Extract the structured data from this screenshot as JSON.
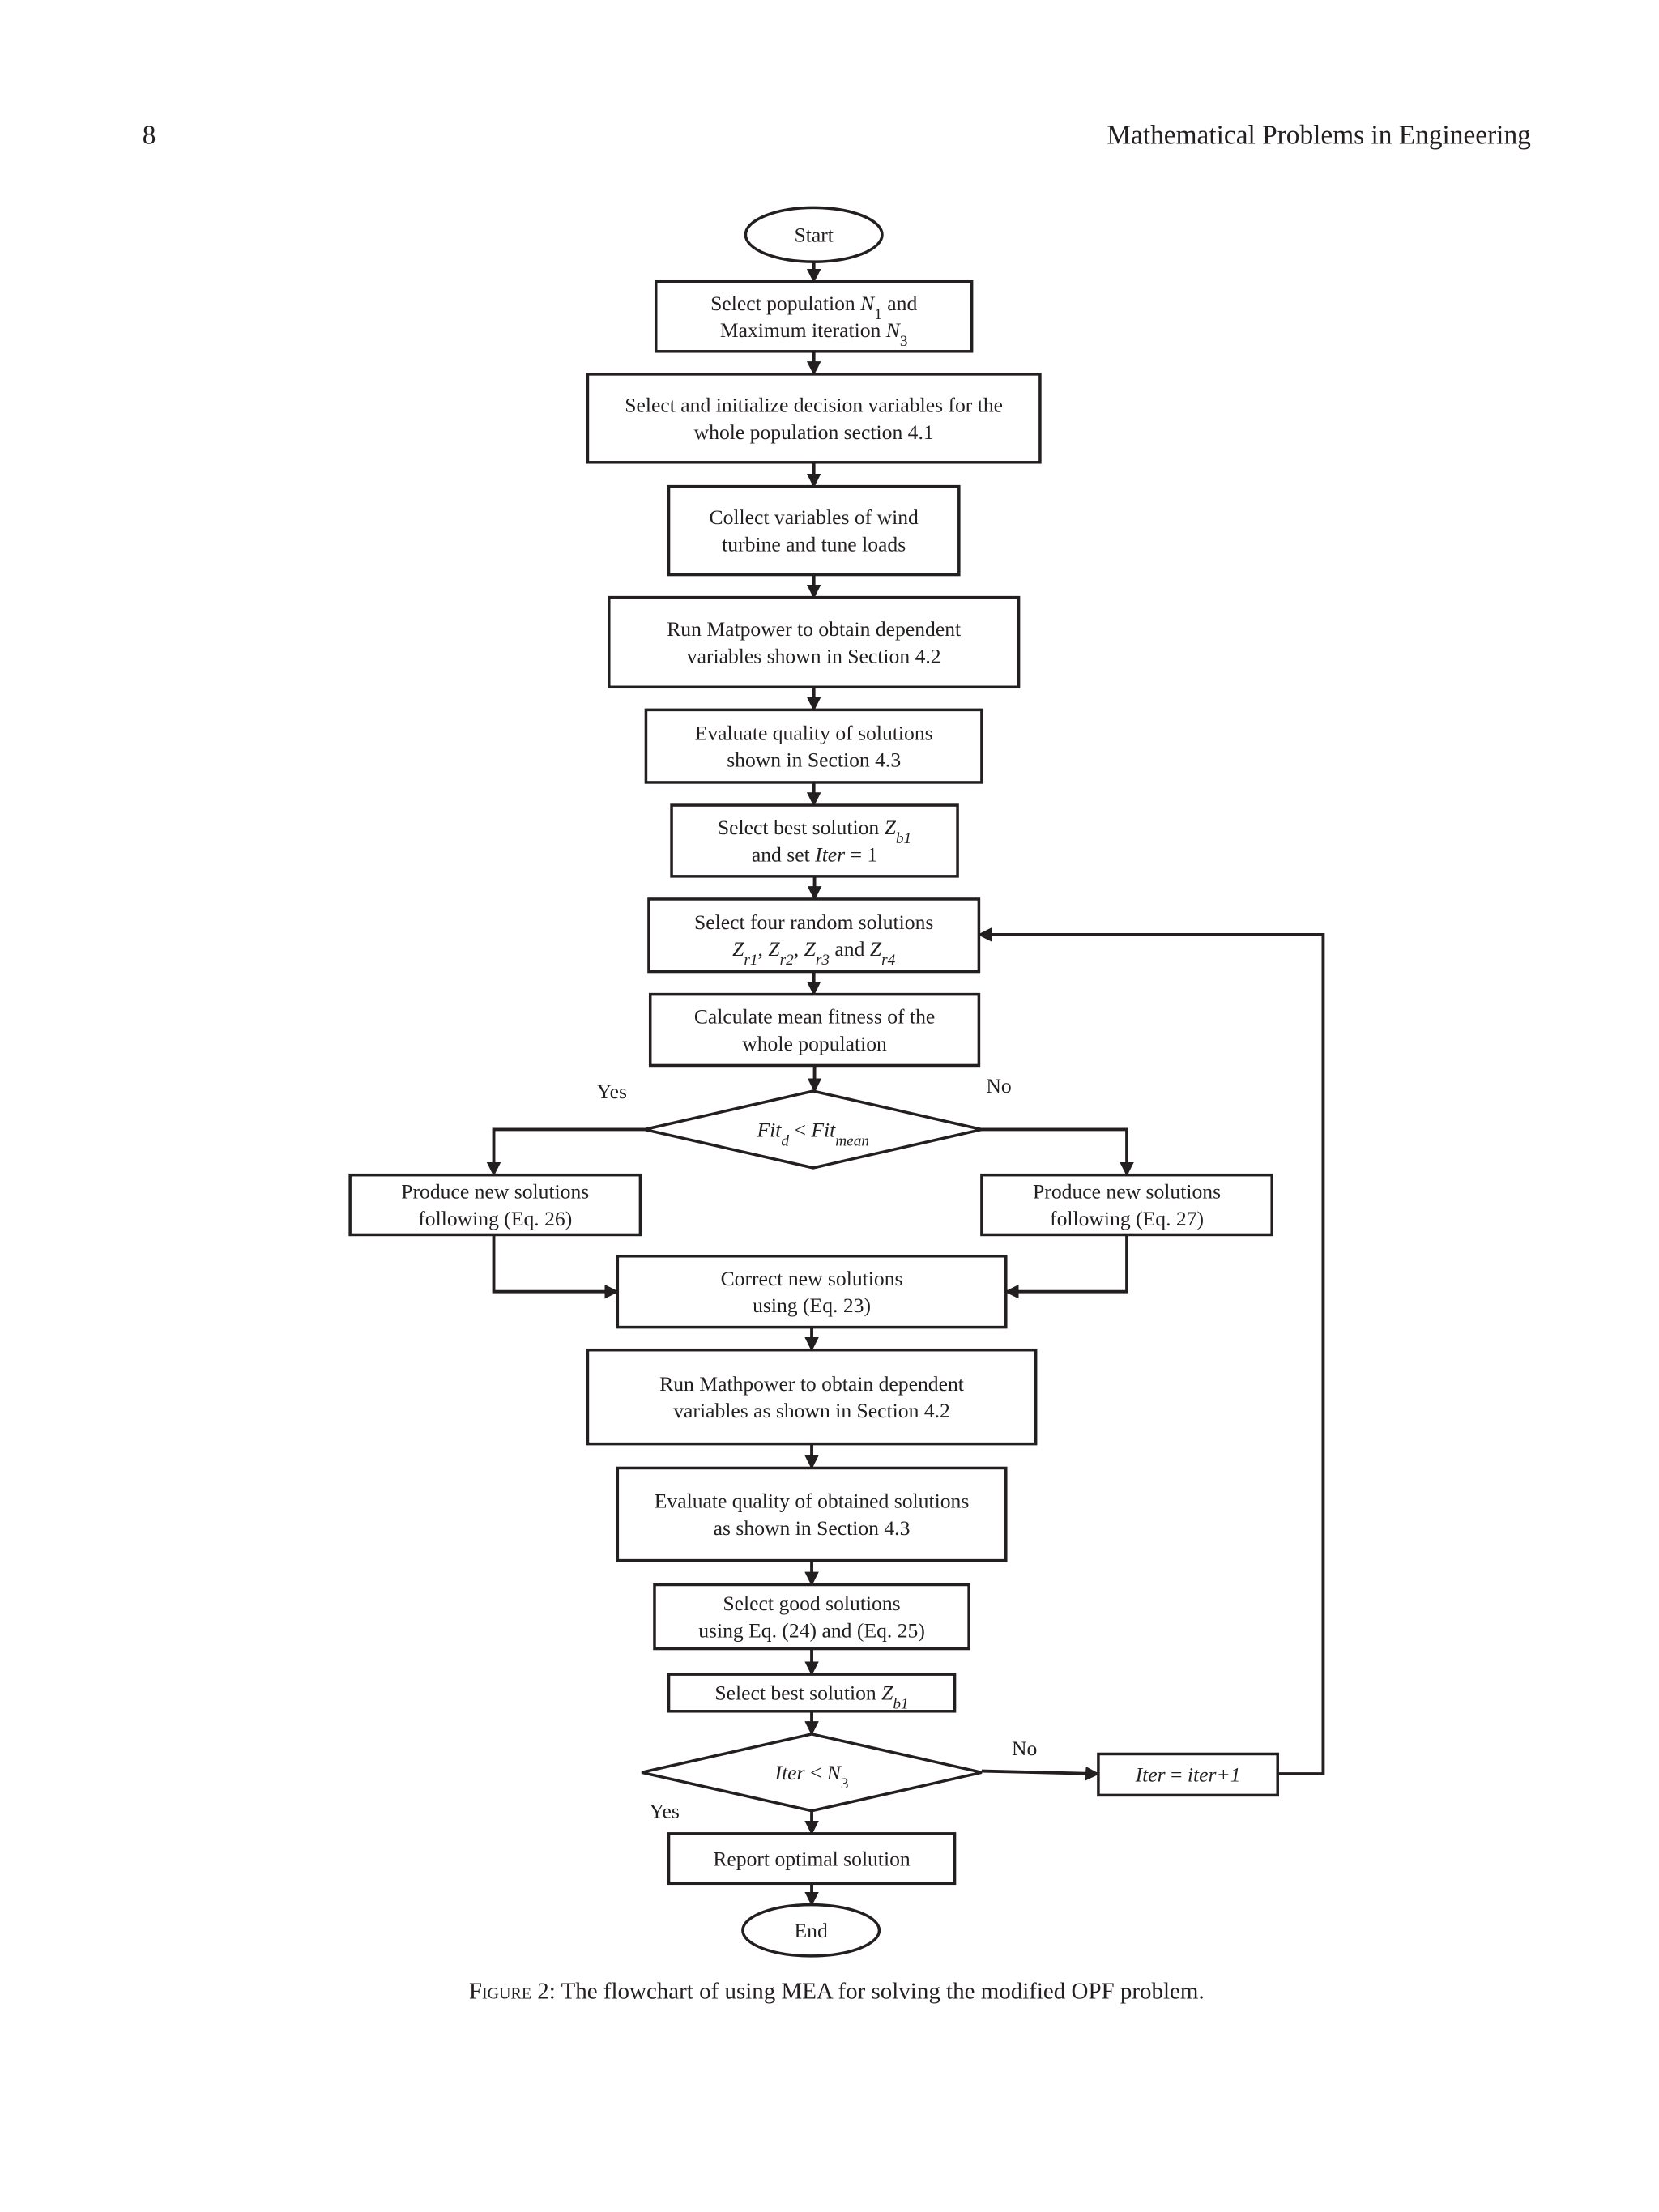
{
  "header": {
    "page_number": "8",
    "journal": "Mathematical Problems in Engineering"
  },
  "nodes": [
    {
      "id": "start",
      "shape": "ellipse",
      "lines": [
        [
          [
            "Start",
            ""
          ]
        ]
      ]
    },
    {
      "id": "select-population",
      "shape": "box",
      "lines": [
        [
          [
            "Select population ",
            ""
          ],
          [
            "N",
            "i"
          ],
          [
            "1",
            "sub"
          ],
          [
            " and",
            ""
          ]
        ],
        [
          [
            "Maximum iteration ",
            ""
          ],
          [
            "N",
            "i"
          ],
          [
            "3",
            "sub"
          ]
        ]
      ]
    },
    {
      "id": "initialize-variables",
      "shape": "box",
      "lines": [
        [
          [
            "Select and initialize decision variables for the",
            ""
          ]
        ],
        [
          [
            "whole population section 4.1",
            ""
          ]
        ]
      ]
    },
    {
      "id": "collect-variables",
      "shape": "box",
      "lines": [
        [
          [
            "Collect variables of wind",
            ""
          ]
        ],
        [
          [
            "turbine and tune loads",
            ""
          ]
        ]
      ]
    },
    {
      "id": "run-matpower",
      "shape": "box",
      "lines": [
        [
          [
            "Run Matpower to obtain dependent",
            ""
          ]
        ],
        [
          [
            "variables shown in Section 4.2",
            ""
          ]
        ]
      ]
    },
    {
      "id": "evaluate-quality",
      "shape": "box",
      "lines": [
        [
          [
            "Evaluate quality of solutions",
            ""
          ]
        ],
        [
          [
            "shown in Section 4.3",
            ""
          ]
        ]
      ]
    },
    {
      "id": "select-best-initial",
      "shape": "box",
      "lines": [
        [
          [
            "Select best solution ",
            ""
          ],
          [
            "Z",
            "i"
          ],
          [
            "b1",
            "isub"
          ]
        ],
        [
          [
            "and set ",
            ""
          ],
          [
            "Iter",
            "i"
          ],
          [
            " = 1",
            ""
          ]
        ]
      ]
    },
    {
      "id": "select-random",
      "shape": "box",
      "lines": [
        [
          [
            "Select four random solutions",
            ""
          ]
        ],
        [
          [
            "Z",
            "i"
          ],
          [
            "r1",
            "isub"
          ],
          [
            ", ",
            ""
          ],
          [
            "Z",
            "i"
          ],
          [
            "r2",
            "isub"
          ],
          [
            ", ",
            ""
          ],
          [
            "Z",
            "i"
          ],
          [
            "r3",
            "isub"
          ],
          [
            " and ",
            ""
          ],
          [
            "Z",
            "i"
          ],
          [
            "r4",
            "isub"
          ]
        ]
      ]
    },
    {
      "id": "mean-fitness",
      "shape": "box",
      "lines": [
        [
          [
            "Calculate mean fitness of the",
            ""
          ]
        ],
        [
          [
            "whole population",
            ""
          ]
        ]
      ]
    },
    {
      "id": "fitness-decision",
      "shape": "diamond",
      "lines": [
        [
          [
            "Fit",
            "i"
          ],
          [
            "d",
            "isub"
          ],
          [
            " < ",
            ""
          ],
          [
            "Fit",
            "i"
          ],
          [
            "mean",
            "isub"
          ]
        ]
      ]
    },
    {
      "id": "produce-eq26",
      "shape": "box",
      "lines": [
        [
          [
            "Produce new solutions",
            ""
          ]
        ],
        [
          [
            "following (Eq. 26)",
            ""
          ]
        ]
      ]
    },
    {
      "id": "produce-eq27",
      "shape": "box",
      "lines": [
        [
          [
            "Produce new solutions",
            ""
          ]
        ],
        [
          [
            "following (Eq. 27)",
            ""
          ]
        ]
      ]
    },
    {
      "id": "correct-solutions",
      "shape": "box",
      "lines": [
        [
          [
            "Correct new solutions",
            ""
          ]
        ],
        [
          [
            "using (Eq. 23)",
            ""
          ]
        ]
      ]
    },
    {
      "id": "run-mathpower",
      "shape": "box",
      "lines": [
        [
          [
            "Run Mathpower to obtain dependent",
            ""
          ]
        ],
        [
          [
            "variables as shown in Section 4.2",
            ""
          ]
        ]
      ]
    },
    {
      "id": "evaluate-obtained",
      "shape": "box",
      "lines": [
        [
          [
            "Evaluate quality of obtained solutions",
            ""
          ]
        ],
        [
          [
            "as shown in Section 4.3",
            ""
          ]
        ]
      ]
    },
    {
      "id": "select-good",
      "shape": "box",
      "lines": [
        [
          [
            "Select good solutions",
            ""
          ]
        ],
        [
          [
            "using Eq. (24) and (Eq. 25)",
            ""
          ]
        ]
      ]
    },
    {
      "id": "select-best",
      "shape": "box",
      "lines": [
        [
          [
            "Select best solution ",
            ""
          ],
          [
            "Z",
            "i"
          ],
          [
            "b1",
            "isub"
          ]
        ]
      ]
    },
    {
      "id": "iteration-decision",
      "shape": "diamond",
      "lines": [
        [
          [
            "Iter",
            "i"
          ],
          [
            " < ",
            ""
          ],
          [
            "N",
            "i"
          ],
          [
            "3",
            "sub"
          ]
        ]
      ]
    },
    {
      "id": "increment-iter",
      "shape": "box",
      "lines": [
        [
          [
            "Iter",
            "i"
          ],
          [
            " = ",
            ""
          ],
          [
            "iter+1",
            "i"
          ]
        ]
      ]
    },
    {
      "id": "report-optimal",
      "shape": "box",
      "lines": [
        [
          [
            "Report optimal solution",
            ""
          ]
        ]
      ]
    },
    {
      "id": "end",
      "shape": "ellipse",
      "lines": [
        [
          [
            "End",
            ""
          ]
        ]
      ]
    }
  ],
  "labels": {
    "yes_fitness": "Yes",
    "no_fitness": "No",
    "no_iteration": "No",
    "yes_iteration": "Yes"
  },
  "caption": {
    "prefix": "Figure 2:",
    "text": " The flowchart of using MEA for solving the modified OPF problem."
  }
}
